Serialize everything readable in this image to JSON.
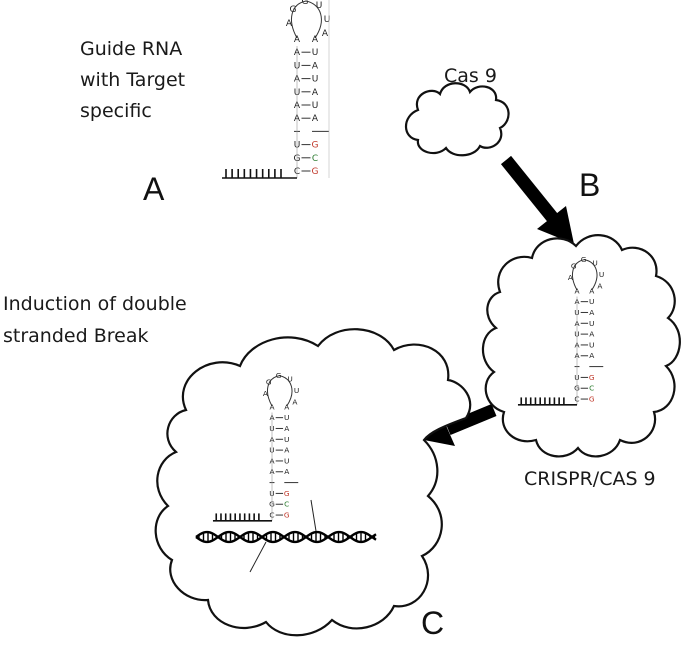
{
  "labels": {
    "guide_rna": [
      "Guide RNA",
      "with Target",
      "specific"
    ],
    "cas9": "Cas 9",
    "induction": [
      "Induction of double",
      "stranded Break"
    ],
    "crispr": "CRISPR/CAS 9",
    "panel_a": "A",
    "panel_b": "B",
    "panel_c": "C"
  },
  "hairpin": {
    "loop": [
      "G",
      "A",
      "G",
      "U",
      "U",
      "A"
    ],
    "loop_close": [
      "A",
      "A"
    ],
    "left_stem": [
      "A",
      "U",
      "A",
      "U",
      "A",
      "A",
      "",
      "U",
      "G",
      "C"
    ],
    "right_stem": [
      "U",
      "A",
      "U",
      "A",
      "U",
      "A",
      "",
      "G",
      "C",
      "G"
    ]
  },
  "colors": {
    "outline": "#111111",
    "pair_red": "#c0392b",
    "pair_green": "#2e7d32"
  }
}
